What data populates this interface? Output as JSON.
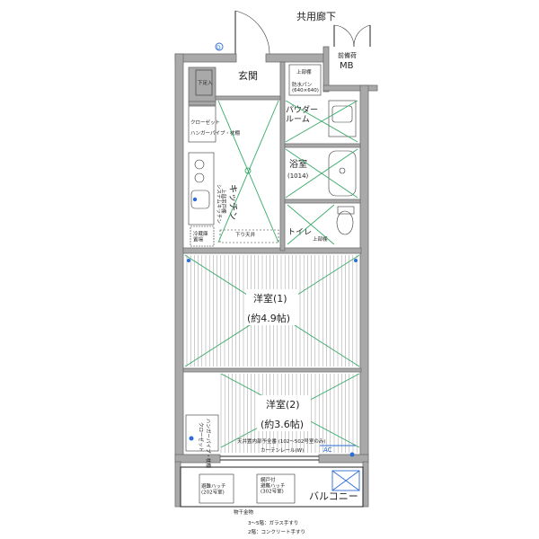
{
  "corridor_label": "共用廊下",
  "mb_label": "MB",
  "mb_sub": "前備荷",
  "rooms": {
    "entrance": "玄関",
    "shoe": "下足入",
    "closet_top": "クローゼット",
    "closet_top_sub": "ハンガーパイプ・枕棚",
    "powder": "パウダー\nルーム",
    "powder_sub": "上部棚",
    "washpan": "防水パン\n(640×640)",
    "bath": "浴室",
    "bath_size": "(1014)",
    "kitchen": "キッチン",
    "kitchen_sub": "システムキッチン",
    "kitchen_upper": "上部吊戸棚",
    "fridge": "冷蔵庫\n置場",
    "ceiling_drop": "下り天井",
    "toilet": "トイレ",
    "toilet_shelf": "上部棚",
    "western1": "洋室(1)",
    "western1_size": "(約4.9帖)",
    "western2": "洋室(2)",
    "western2_size": "(約3.6帖)",
    "closet_bottom": "クローゼット",
    "closet_bottom_sub": "ハンガーパイプ・枕棚",
    "rail_note": "天井置内部予全番 (102〜502号室のみ)",
    "curtain_rail": "カーテンレール(W)",
    "balcony": "バルコニー",
    "hatch1": "避難ハッチ\n(202号室)",
    "hatch2": "網戸付\n避難ハッチ\n(302号室)",
    "laundry": "物干金物",
    "ac": "AC",
    "d_mark": "D"
  },
  "notes": [
    "3～5階：ガラス手すり",
    "2階：コンクリート手すり"
  ]
}
